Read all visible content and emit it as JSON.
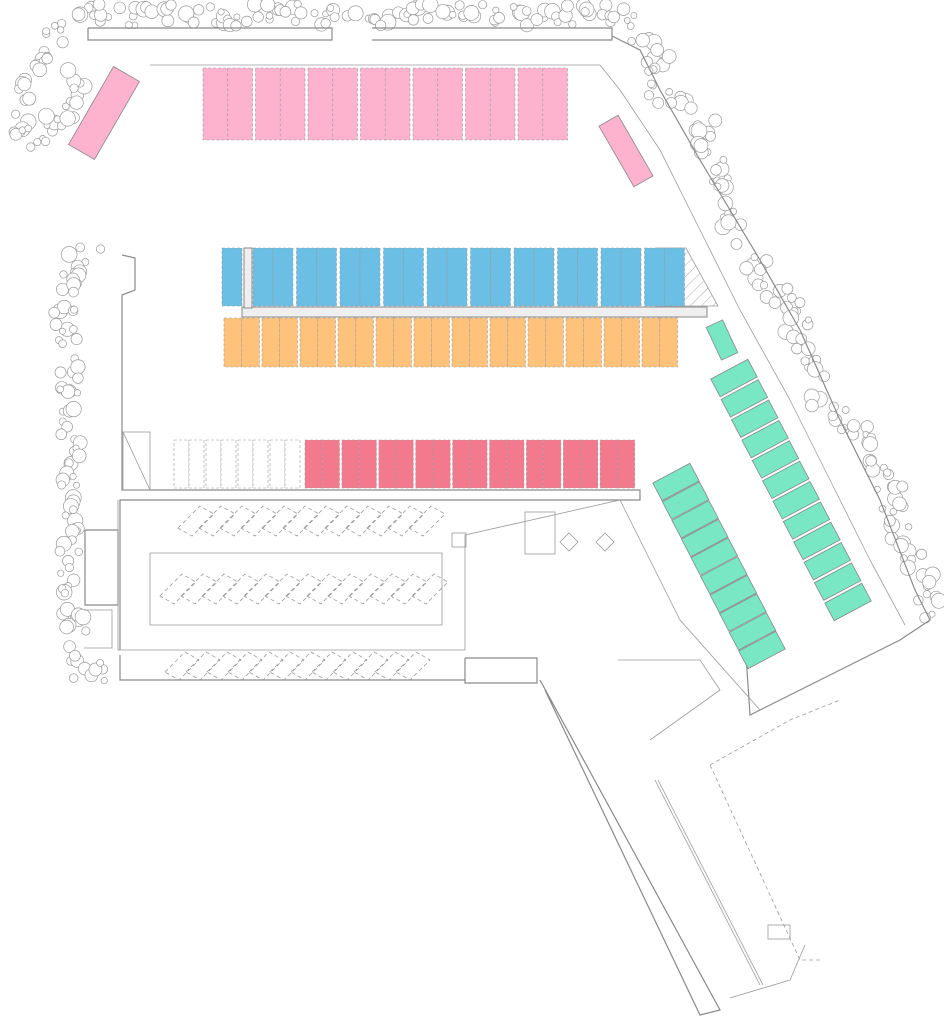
{
  "map": {
    "zones": [
      {
        "id": "north-row",
        "color": "#fdb2cd",
        "groups": 7,
        "berths_per_group": 2
      },
      {
        "id": "north-diagonal",
        "color": "#fdb2cd",
        "groups": 2,
        "berths_per_group": 1
      },
      {
        "id": "central-pier-north",
        "color": "#6bbfe5",
        "groups": 10,
        "berths_per_group": 2
      },
      {
        "id": "central-pier-south",
        "color": "#ffc27a",
        "groups": 12,
        "berths_per_group": 2
      },
      {
        "id": "south-pier",
        "color": "#f27a8c",
        "groups": 9,
        "berths_per_group": 2
      },
      {
        "id": "south-pier-empty",
        "color": "#ffffff",
        "groups": 4,
        "berths_per_group": 2
      },
      {
        "id": "east-pier-inner",
        "color": "#79e6c4",
        "groups": 10,
        "berths_per_group": 1
      },
      {
        "id": "east-pier-outer",
        "color": "#79e6c4",
        "groups": 12,
        "berths_per_group": 1
      }
    ]
  }
}
